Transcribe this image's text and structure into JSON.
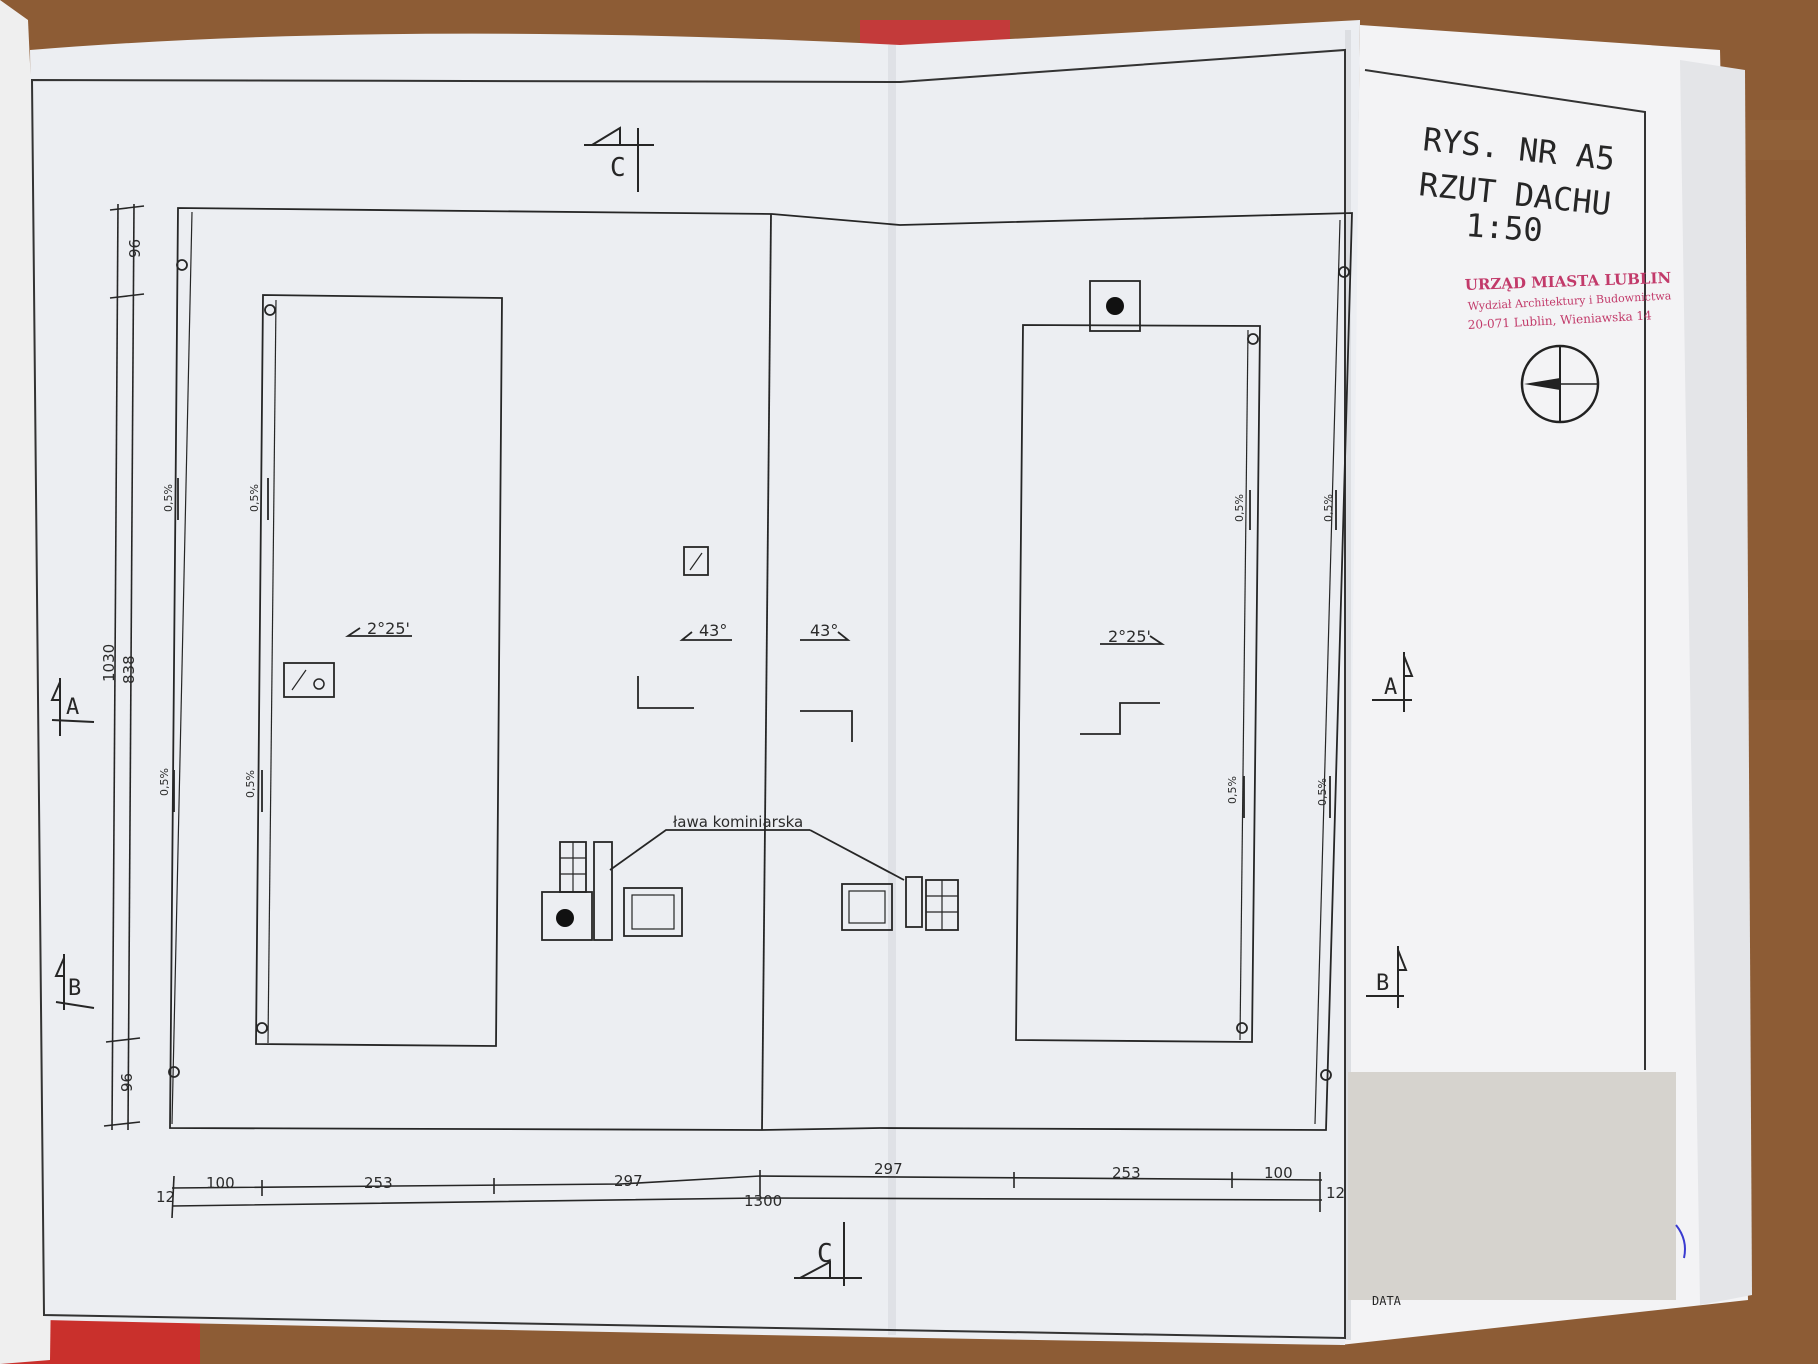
{
  "title_block": {
    "drawing_number": "RYS. NR A5",
    "drawing_title": "RZUT DACHU",
    "scale": "1:50",
    "date_label": "DATA"
  },
  "stamp": {
    "line1": "URZĄD MIASTA LUBLIN",
    "line2": "Wydział Architektury i Budownictwa",
    "line3": "20-071 Lublin, Wieniawska 14",
    "color": "#c23a6a"
  },
  "section_markers": {
    "a_left": "A",
    "a_right": "A",
    "b_left": "B",
    "b_right": "B",
    "c_top": "C",
    "c_bottom": "C"
  },
  "slopes": {
    "left_roof": "2°25'",
    "right_roof": "2°25'",
    "left_pitch": "43°",
    "right_pitch": "43°",
    "gutter": "0,5%"
  },
  "annotation": {
    "chimney_bench": "ława kominiarska"
  },
  "dimensions": {
    "vertical": [
      "96",
      "838",
      "1030",
      "96"
    ],
    "bottom_row": [
      "12",
      "100",
      "253",
      "297",
      "297",
      "253",
      "100",
      "12"
    ],
    "bottom_total": "1300"
  },
  "colors": {
    "paper": "#eceef2",
    "line": "#262626",
    "background": "#8a5a34",
    "redaction": "#d6d3ce"
  }
}
